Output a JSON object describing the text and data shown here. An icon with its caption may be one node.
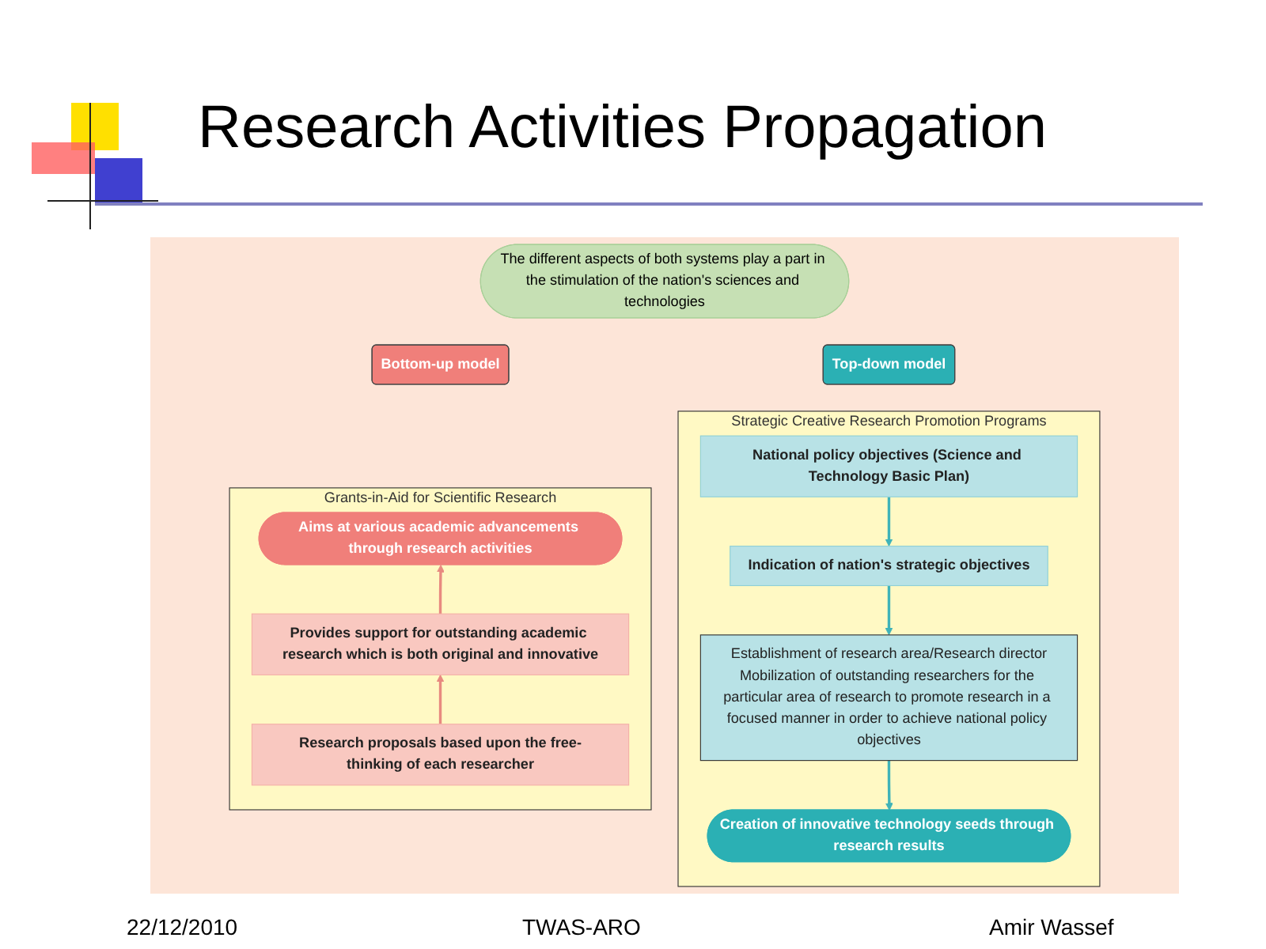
{
  "diagram": {
    "title": "Research Activities Propagation",
    "nodes": [
      {
        "text": [
          "The different aspects of both systems play a part in the stimulation of the nation's sciences and technologies"
        ]
      },
      {
        "text": [
          "Bottom-up model"
        ]
      },
      {
        "text": [
          "Top-down model"
        ]
      },
      {
        "text": [
          "Grants-in-Aid for Scientific Research"
        ]
      },
      {
        "text": [
          "Aims at various academic advancements through research activities"
        ],
        "in": 3
      },
      {
        "text": [
          "Provides support for outstanding academic research which is both original and innovative"
        ],
        "in": 3
      },
      {
        "text": [
          "Research proposals based upon the free-thinking of each researcher"
        ],
        "in": 3
      },
      {
        "text": [
          "Strategic Creative Research Promotion Programs"
        ]
      },
      {
        "text": [
          "National policy objectives (Science and Technology Basic Plan)"
        ],
        "in": 7
      },
      {
        "text": [
          "Indication of nation's strategic objectives"
        ],
        "in": 7
      },
      {
        "text": [
          "Establishment of research area/Research director",
          "Mobilization of outstanding researchers for the particular area of research to promote research in a focused manner in order to achieve national policy objectives"
        ],
        "in": 7
      },
      {
        "text": [
          "Creation of innovative technology seeds through research results"
        ],
        "in": 7
      }
    ],
    "edges": [
      {
        "from": 6,
        "to": 5,
        "arrow": "to",
        "color": "#e88a80"
      },
      {
        "from": 5,
        "to": 4,
        "arrow": "to",
        "color": "#e88a80"
      },
      {
        "from": 8,
        "to": 9,
        "arrow": "to"
      },
      {
        "from": 9,
        "to": 10,
        "arrow": "to"
      },
      {
        "from": 10,
        "to": 11,
        "arrow": "to"
      }
    ],
    "labels": [
      "22/12/2010",
      "TWAS-ARO",
      "Amir Wassef"
    ]
  }
}
